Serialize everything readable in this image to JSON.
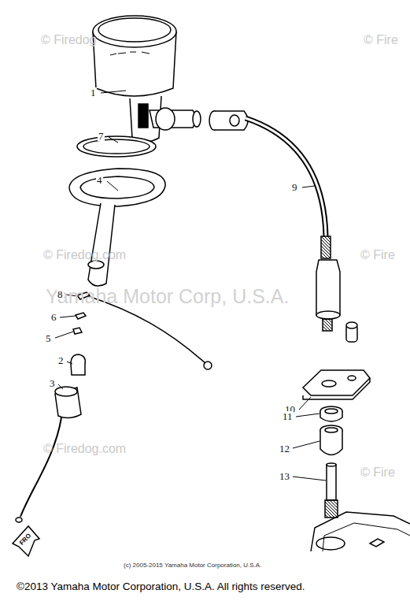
{
  "diagram": {
    "labels": [
      "© Firedog",
      "© Fire",
      "© Firedog.com",
      "Yamaha Motor Corp, U.S.A.",
      "© Fire",
      "© Firedog.com",
      "© Fire",
      "1",
      "7",
      "4",
      "8",
      "6",
      "5",
      "2",
      "3",
      "9",
      "10",
      "11",
      "12",
      "13",
      "FRO",
      "(c) 2005-2015 Yamaha Motor Corporation, U.S.A.",
      "©2013 Yamaha Motor Corporation, U.S.A. All rights reserved."
    ]
  }
}
